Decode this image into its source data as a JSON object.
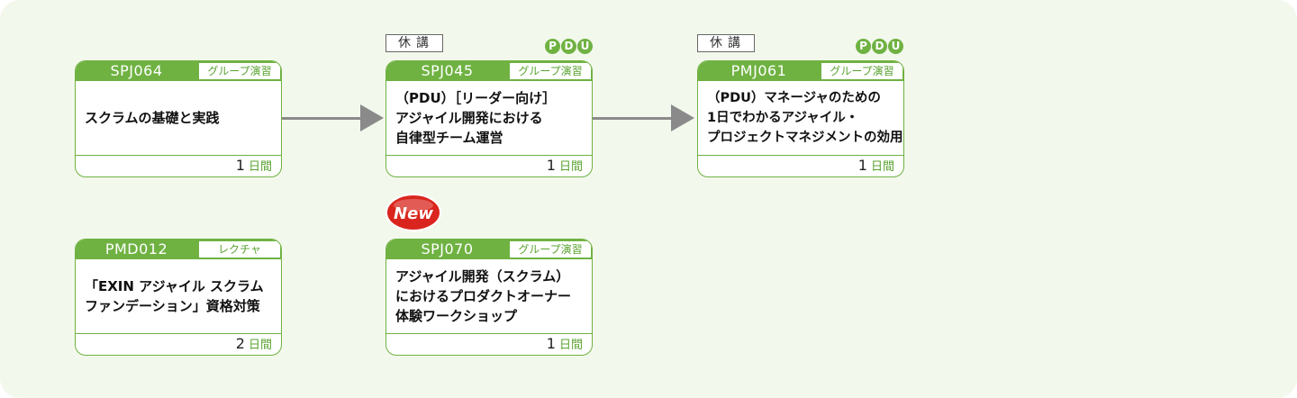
{
  "courses": [
    {
      "code": "SPJ064",
      "type": "グループ演習",
      "title_lines": [
        "スクラムの基礎と実践"
      ],
      "days": "1",
      "day_unit": "日間"
    },
    {
      "code": "SPJ045",
      "type": "グループ演習",
      "title_lines": [
        "（PDU）［リーダー向け］",
        "アジャイル開発における",
        "自律型チーム運営"
      ],
      "days": "1",
      "day_unit": "日間",
      "kyuko": "休講",
      "pdu": [
        "P",
        "D",
        "U"
      ]
    },
    {
      "code": "PMJ061",
      "type": "グループ演習",
      "title_lines": [
        "（PDU）マネージャのための",
        "1日でわかるアジャイル・",
        "プロジェクトマネジメントの効用"
      ],
      "days": "1",
      "day_unit": "日間",
      "kyuko": "休講",
      "pdu": [
        "P",
        "D",
        "U"
      ]
    },
    {
      "code": "PMD012",
      "type": "レクチャ",
      "title_lines": [
        "「EXIN アジャイル スクラム",
        "ファンデーション」資格対策"
      ],
      "days": "2",
      "day_unit": "日間"
    },
    {
      "code": "SPJ070",
      "type": "グループ演習",
      "title_lines": [
        "アジャイル開発（スクラム）",
        "におけるプロダクトオーナー",
        "体験ワークショップ"
      ],
      "days": "1",
      "day_unit": "日間",
      "badge": "New"
    }
  ],
  "colors": {
    "accent": "#6fb242",
    "arrow": "#8a8a8a",
    "new_badge": "#d9251d",
    "panel": "#f3f8ec"
  }
}
